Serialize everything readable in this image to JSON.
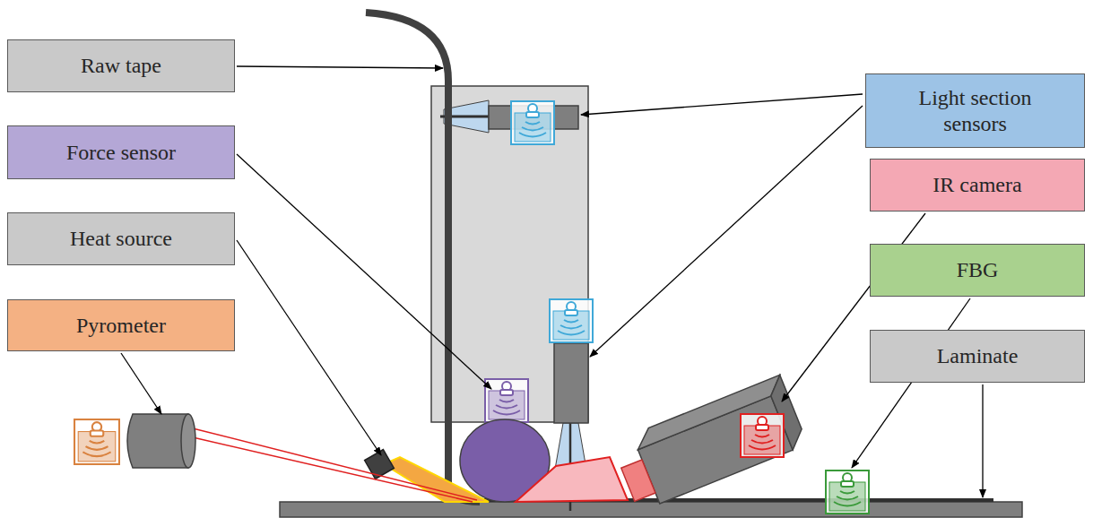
{
  "diagram": {
    "nodes": [
      {
        "text": [
          "Raw tape"
        ]
      },
      {
        "text": [
          "Light section sensors"
        ]
      },
      {
        "text": [
          "Force sensor"
        ]
      },
      {
        "text": [
          "IR camera"
        ]
      },
      {
        "text": [
          "Heat source"
        ]
      },
      {
        "text": [
          "FBG"
        ]
      },
      {
        "text": [
          "Pyrometer"
        ]
      },
      {
        "text": [
          "Laminate"
        ]
      }
    ]
  }
}
